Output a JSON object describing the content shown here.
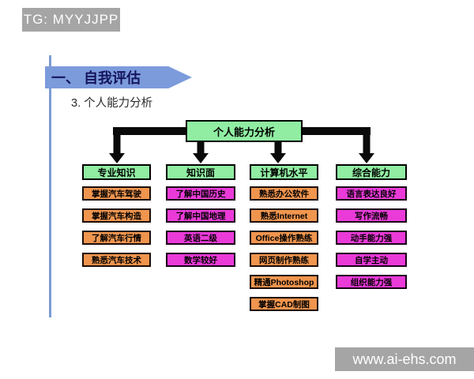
{
  "badges": {
    "tg": "TG: MYYJJPP",
    "watermark": "www.ai-ehs.com"
  },
  "header": {
    "section_title": "一、  自我评估",
    "subtitle": "3.  个人能力分析"
  },
  "diagram": {
    "root": "个人能力分析",
    "columns": [
      {
        "header": "专业知识",
        "style": "orange",
        "items": [
          "掌握汽车驾驶",
          "掌握汽车构造",
          "了解汽车行情",
          "熟悉汽车技术"
        ]
      },
      {
        "header": "知识面",
        "style": "magenta",
        "items": [
          "了解中国历史",
          "了解中国地理",
          "英语二级",
          "数学较好"
        ]
      },
      {
        "header": "计算机水平",
        "style": "orange",
        "items": [
          "熟悉办公软件",
          "熟悉Internet",
          "Office操作熟练",
          "网页制作熟练",
          "精通Photoshop",
          "掌握CAD制图"
        ]
      },
      {
        "header": "综合能力",
        "style": "magenta",
        "items": [
          "语言表达良好",
          "写作流畅",
          "动手能力强",
          "自学主动",
          "组织能力强"
        ]
      }
    ]
  },
  "colors": {
    "node_green": "#90eda2",
    "item_orange": "#f0954e",
    "item_magenta": "#ea3ad8",
    "banner_blue": "#7c9bdb",
    "banner_text": "#14155c",
    "accent_line_blue": "#7c9bd4",
    "badge_gray": "#a5a5a5",
    "connector_black": "#0a0a0a"
  }
}
